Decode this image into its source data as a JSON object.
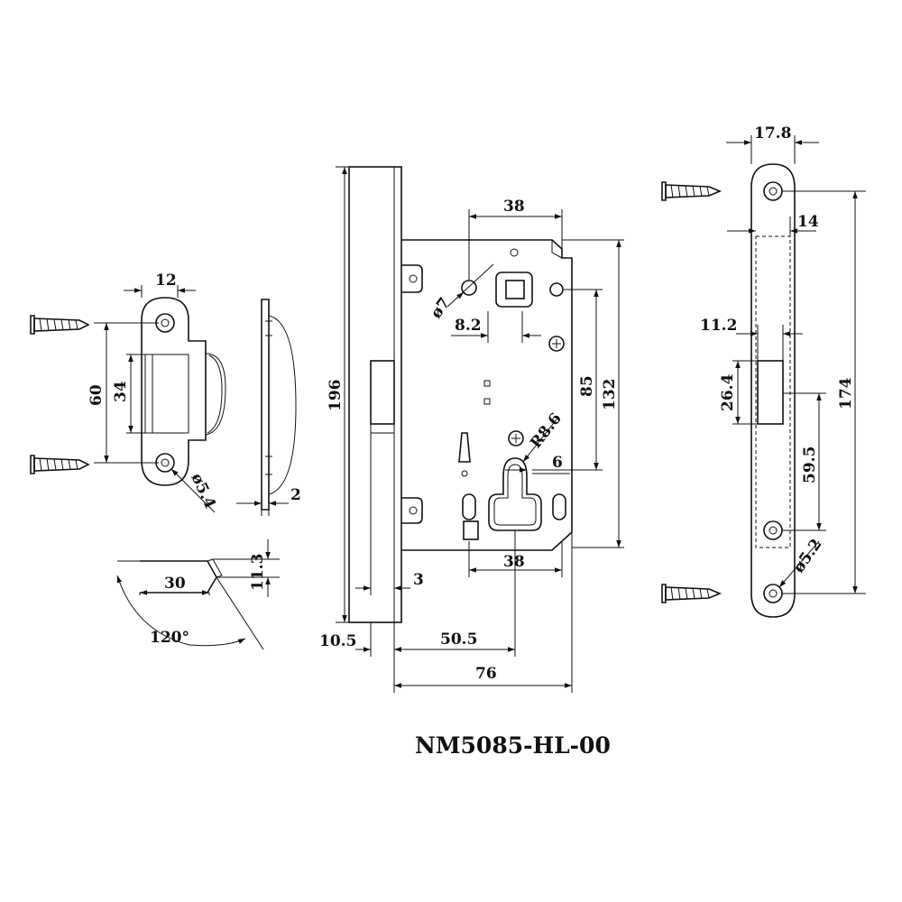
{
  "title": "NM5085-HL-00",
  "dimensions": {
    "strike_width": "12",
    "strike_hole_spacing": "60",
    "strike_opening": "34",
    "strike_hole_dia": "ø5.4",
    "strike_thickness": "2",
    "latch_length": "30",
    "latch_height": "11.3",
    "latch_angle": "120°",
    "case_height": "196",
    "follower_spacing": "38",
    "screw_hole_dia": "ø7",
    "follower_offset": "8.2",
    "follower_to_cylinder": "85",
    "case_body_height": "132",
    "cylinder_radius": "R8.6",
    "cylinder_offset": "6",
    "cylinder_width": "38",
    "faceplate_thickness": "3",
    "faceplate_offset": "10.5",
    "backset": "50.5",
    "case_depth": "76",
    "faceplate_width": "17.8",
    "faceplate_inner_width": "14",
    "latch_slot_width": "11.2",
    "latch_slot_height": "26.4",
    "faceplate_length": "174",
    "slot_to_hole": "59.5",
    "faceplate_hole_dia": "ø5.2"
  }
}
